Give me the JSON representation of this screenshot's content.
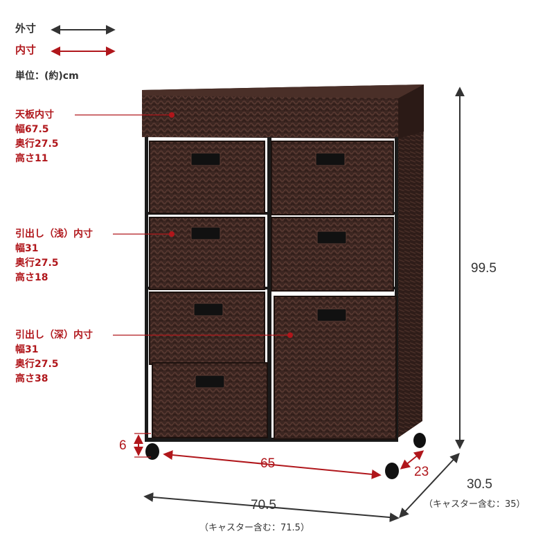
{
  "legend": {
    "outer": "外寸",
    "inner": "内寸",
    "unit": "単位：(約)cm"
  },
  "labels": {
    "top": {
      "title": "天板内寸",
      "width": "幅67.5",
      "depth": "奥行27.5",
      "height": "高さ11"
    },
    "shallow": {
      "title": "引出し（浅）内寸",
      "width": "幅31",
      "depth": "奥行27.5",
      "height": "高さ18"
    },
    "deep": {
      "title": "引出し（深）内寸",
      "width": "幅31",
      "depth": "奥行27.5",
      "height": "高さ38"
    }
  },
  "dimensions": {
    "total_height": "99.5",
    "inner_width": "65",
    "inner_depth": "23",
    "caster_height": "6",
    "outer_width": "70.5",
    "outer_width_note": "（キャスター含む：71.5）",
    "outer_depth": "30.5",
    "outer_depth_note": "（キャスター含む：35）"
  },
  "colors": {
    "outer_arrow": "#333333",
    "inner_arrow": "#b0161b",
    "rattan": "#3a2520"
  }
}
